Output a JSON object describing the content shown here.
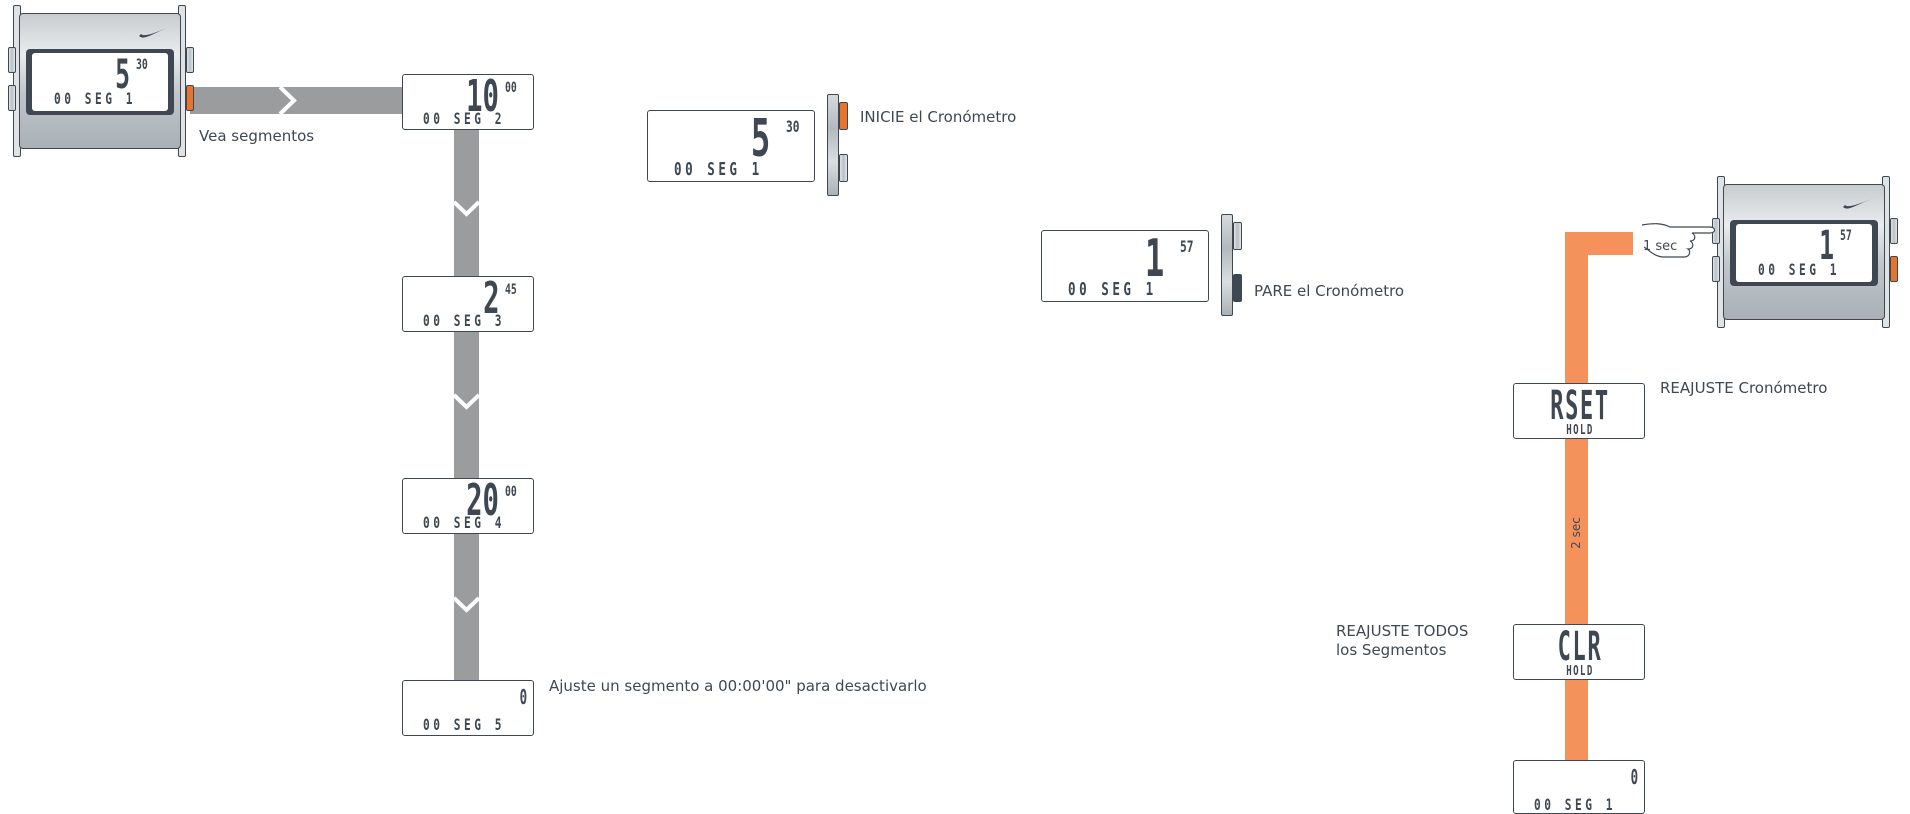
{
  "colors": {
    "ink": "#3f4852",
    "gray_arrow": "#9b9c9d",
    "orange_path": "#f5915a",
    "accent_button": "#e8732a",
    "background": "#ffffff"
  },
  "labels": {
    "view_segments": "Vea segmentos",
    "start_chrono": "INICIE el Cronómetro",
    "stop_chrono": "PARE el Cronómetro",
    "reset_chrono": "REAJUSTE Cronómetro",
    "reset_all_line1": "REAJUSTE TODOS",
    "reset_all_line2": "los Segmentos",
    "disable_segment": "Ajuste un segmento a 00:00'00\" para desactivarlo",
    "one_sec": "1 sec",
    "two_sec": "2 sec"
  },
  "icons": {
    "brand": "swoosh-icon",
    "finger": "pointing-hand-icon"
  },
  "displays": {
    "watch_left": {
      "big": "5",
      "sup": "30",
      "bottom": "00 SEG 1"
    },
    "seg2": {
      "big": "10",
      "sup": "00",
      "bottom": "00 SEG 2"
    },
    "seg3": {
      "big": "2",
      "sup": "45",
      "bottom": "00 SEG 3"
    },
    "seg4": {
      "big": "20",
      "sup": "00",
      "bottom": "00 SEG 4"
    },
    "seg5": {
      "big": "0",
      "sup": "",
      "bottom": "00 SEG 5"
    },
    "start": {
      "big": "5",
      "sup": "30",
      "bottom": "00 SEG 1"
    },
    "stop": {
      "big": "1",
      "sup": "57",
      "bottom": "00 SEG 1"
    },
    "watch_right": {
      "big": "1",
      "sup": "57",
      "bottom": "00 SEG 1"
    },
    "rset": {
      "word": "RSET",
      "hold": "HOLD"
    },
    "clr": {
      "word": "CLR",
      "hold": "HOLD"
    },
    "final": {
      "big": "0",
      "sup": "",
      "bottom": "00 SEG 1"
    }
  }
}
